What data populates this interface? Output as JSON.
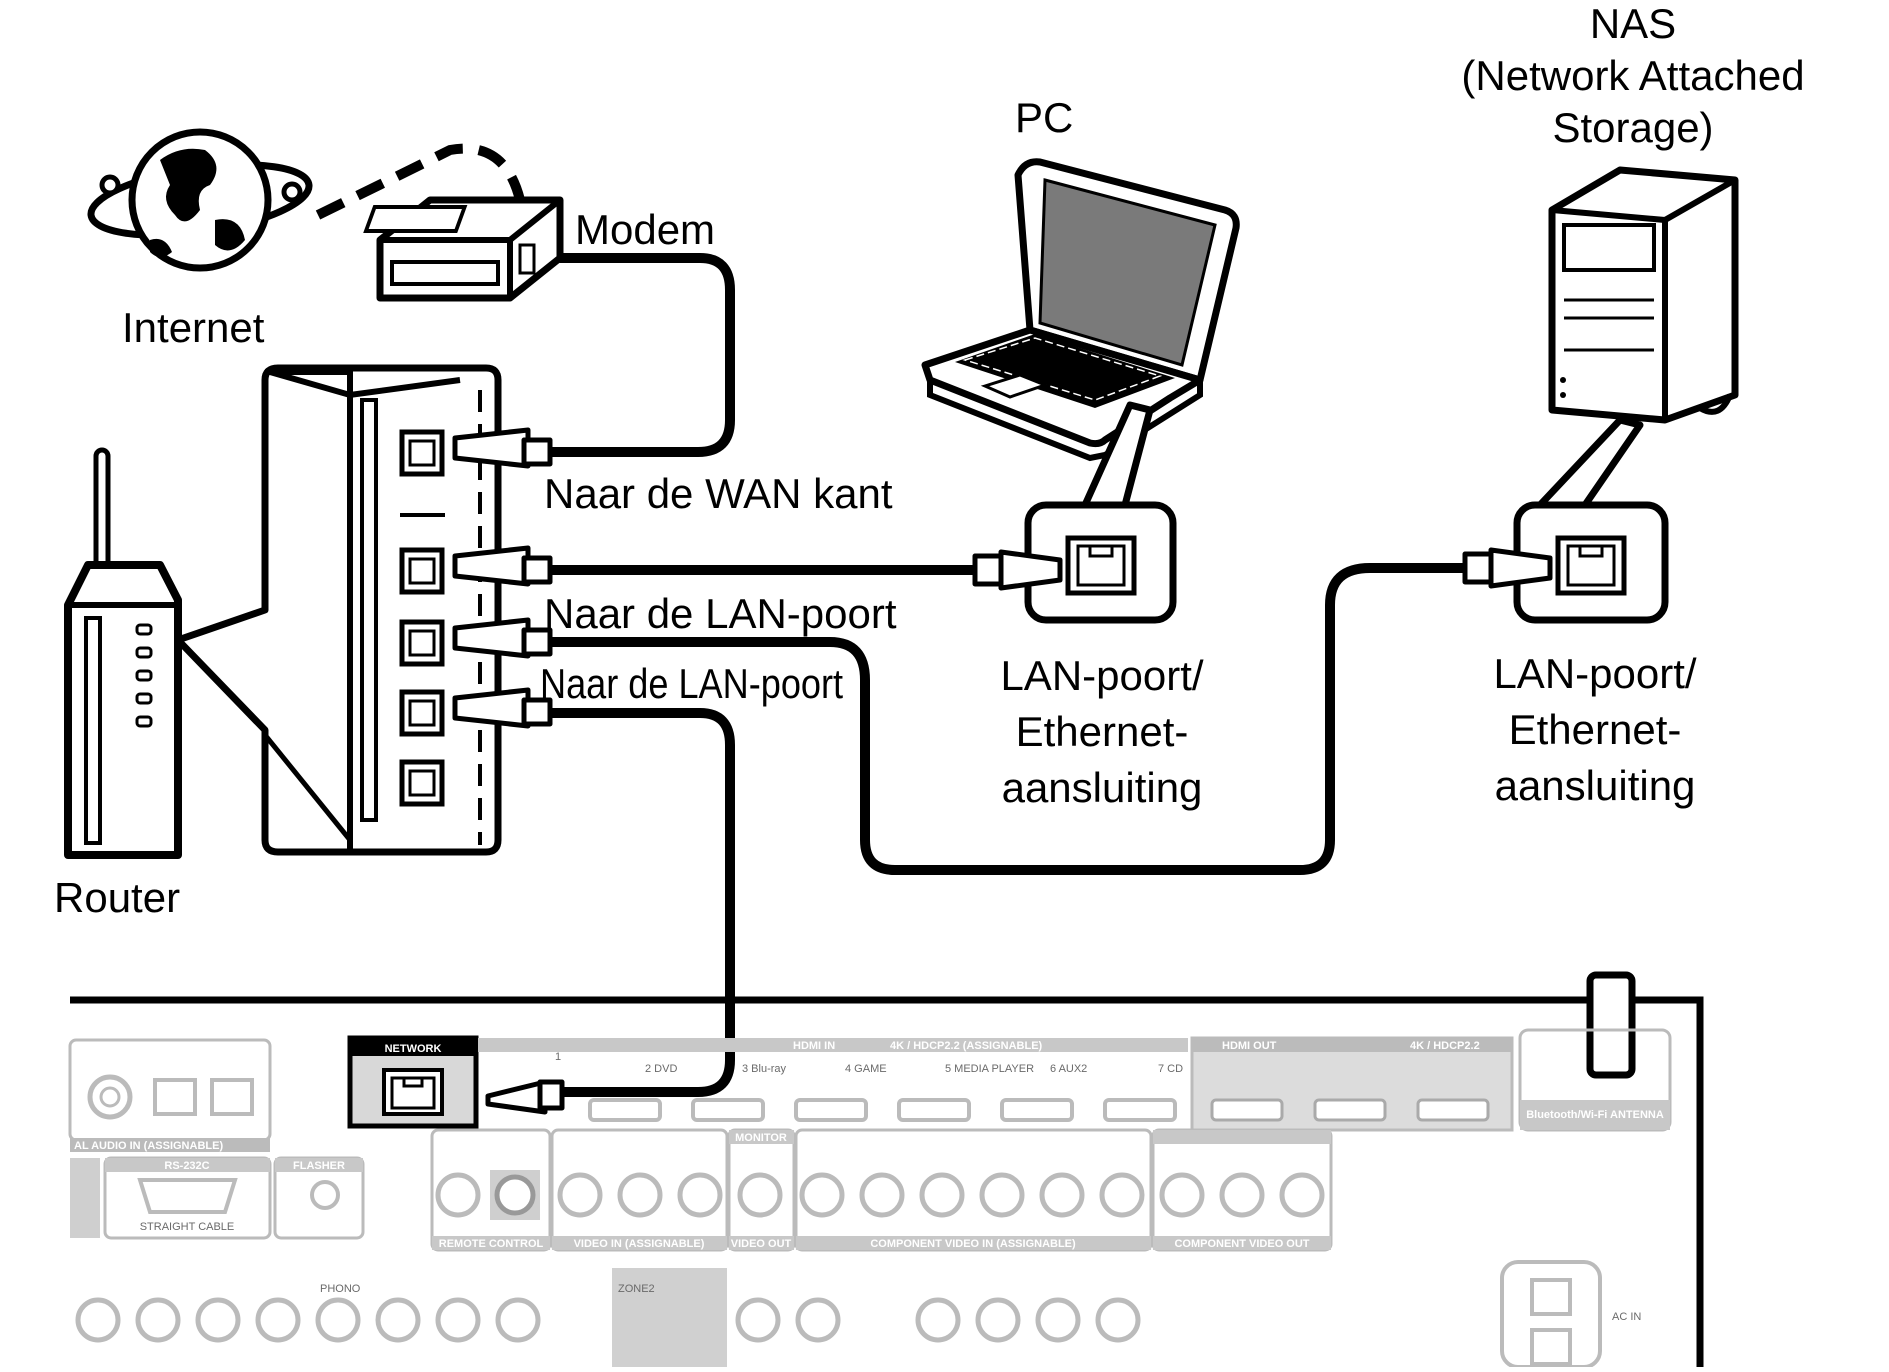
{
  "labels": {
    "nas_title": "NAS",
    "nas_sub1": "(Network Attached",
    "nas_sub2": "Storage)",
    "pc": "PC",
    "modem": "Modem",
    "internet": "Internet",
    "router": "Router",
    "wan": "Naar de WAN kant",
    "lan1": "Naar de LAN-poort",
    "lan2": "Naar de LAN-poort",
    "pc_port1": "LAN-poort/",
    "pc_port2": "Ethernet-",
    "pc_port3": "aansluiting",
    "nas_port1": "LAN-poort/",
    "nas_port2": "Ethernet-",
    "nas_port3": "aansluiting"
  },
  "panel": {
    "network": "NETWORK",
    "hdmi_in": "HDMI IN",
    "hdmi_in_spec": "4K / HDCP2.2  (ASSIGNABLE)",
    "hdmi_out": "HDMI OUT",
    "hdmi_out_spec": "4K / HDCP2.2",
    "hdmi_inputs": [
      "1",
      "2 DVD",
      "3 Blu-ray",
      "4 GAME",
      "5 MEDIA PLAYER",
      "6 AUX2",
      "7 CD"
    ],
    "bt_antenna": "Bluetooth/Wi-Fi ANTENNA",
    "rs232c": "RS-232C",
    "straight_cable": "STRAIGHT CABLE",
    "flasher": "FLASHER",
    "remote_control": "REMOTE CONTROL",
    "video_in": "VIDEO IN (ASSIGNABLE)",
    "video_out": "VIDEO OUT",
    "monitor": "MONITOR",
    "component_video_in": "COMPONENT VIDEO IN (ASSIGNABLE)",
    "component_video_out": "COMPONENT VIDEO OUT",
    "digital_audio_in": "AL AUDIO IN (ASSIGNABLE)",
    "ac_in": "AC IN",
    "phono": "PHONO",
    "zone2": "ZONE2"
  }
}
